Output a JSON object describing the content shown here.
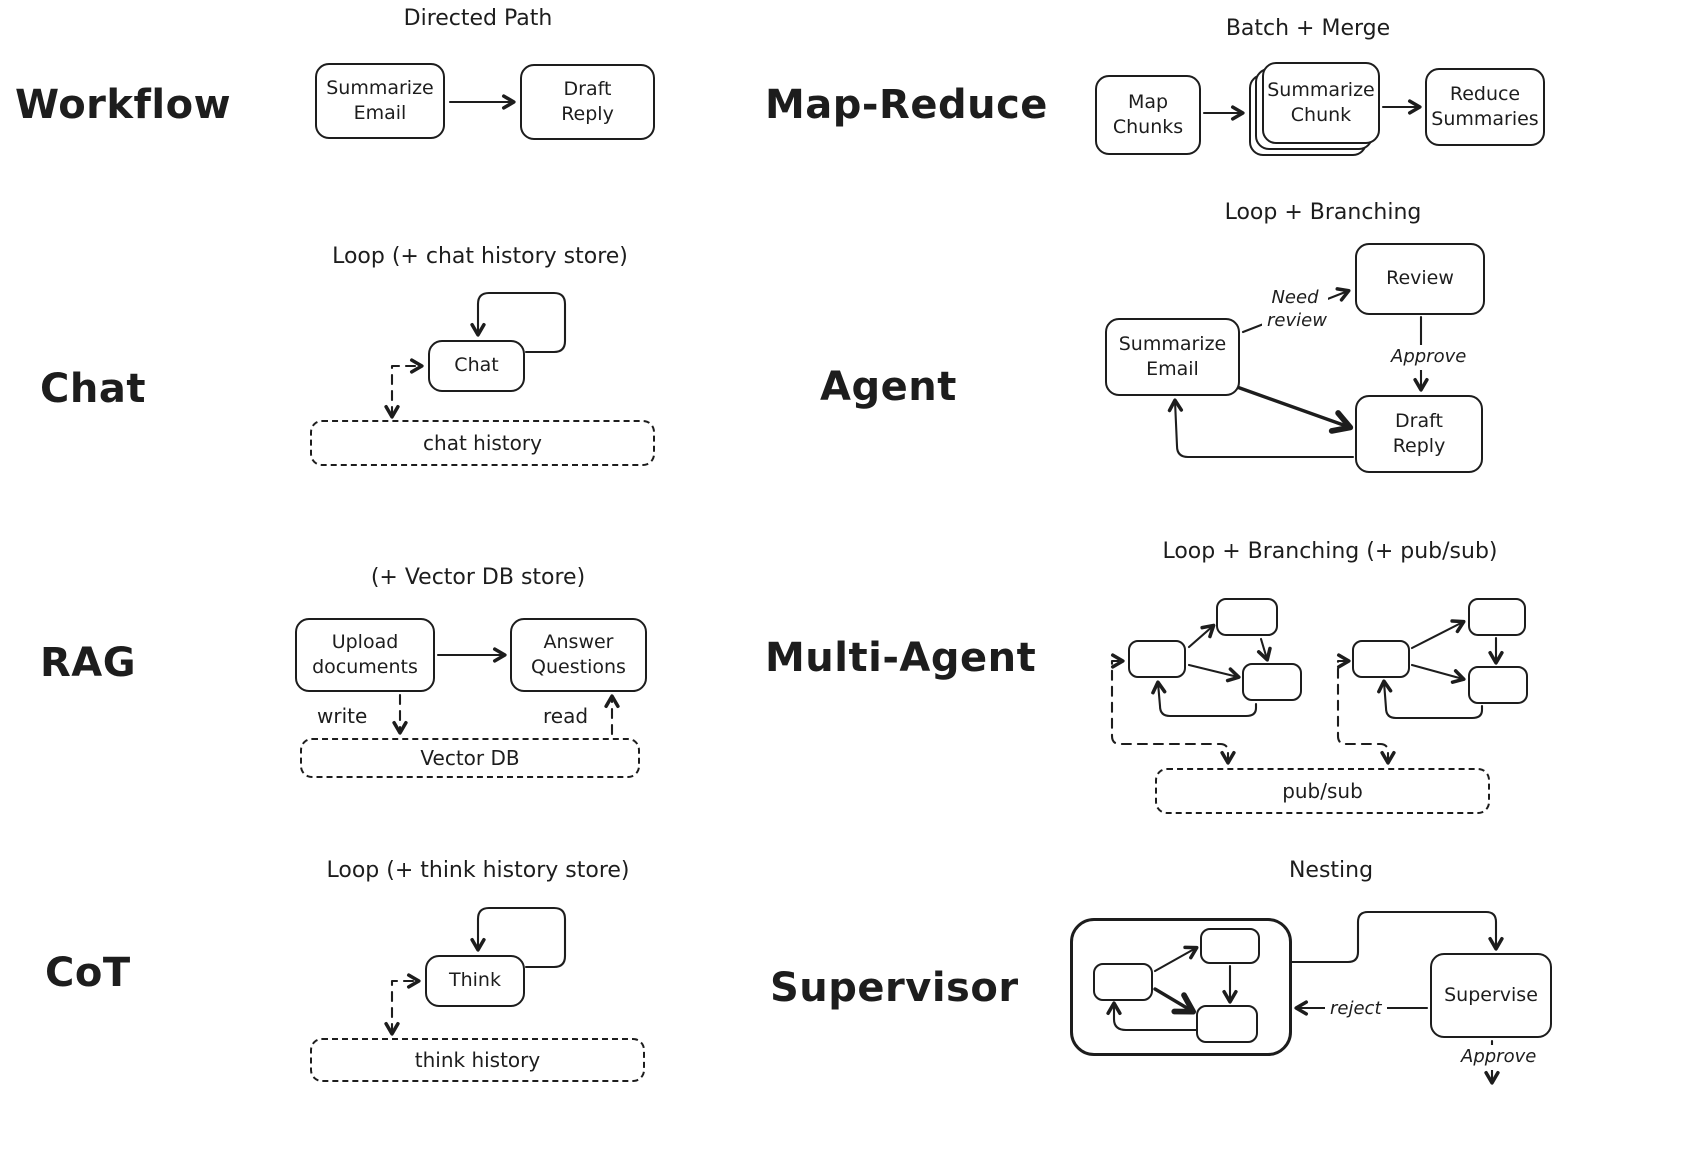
{
  "patterns": {
    "workflow": {
      "label": "Workflow",
      "subtitle": "Directed Path",
      "nodes": {
        "summarize": "Summarize\nEmail",
        "draft": "Draft\nReply"
      }
    },
    "chat": {
      "label": "Chat",
      "subtitle": "Loop (+ chat history store)",
      "nodes": {
        "chat": "Chat",
        "history": "chat history"
      }
    },
    "rag": {
      "label": "RAG",
      "subtitle": "(+ Vector DB store)",
      "nodes": {
        "upload": "Upload\ndocuments",
        "answer": "Answer\nQuestions",
        "vectordb": "Vector DB"
      },
      "edges": {
        "write": "write",
        "read": "read"
      }
    },
    "cot": {
      "label": "CoT",
      "subtitle": "Loop (+ think history store)",
      "nodes": {
        "think": "Think",
        "history": "think history"
      }
    },
    "mapreduce": {
      "label": "Map-Reduce",
      "subtitle": "Batch + Merge",
      "nodes": {
        "map": "Map\nChunks",
        "summarize": "Summarize\nChunk",
        "reduce": "Reduce\nSummaries"
      }
    },
    "agent": {
      "label": "Agent",
      "subtitle": "Loop + Branching",
      "nodes": {
        "summarize": "Summarize\nEmail",
        "review": "Review",
        "draft": "Draft\nReply"
      },
      "edges": {
        "need_review": "Need\nreview",
        "approve": "Approve"
      }
    },
    "multiagent": {
      "label": "Multi-Agent",
      "subtitle": "Loop + Branching (+ pub/sub)",
      "nodes": {
        "pubsub": "pub/sub"
      }
    },
    "supervisor": {
      "label": "Supervisor",
      "subtitle": "Nesting",
      "nodes": {
        "supervise": "Supervise"
      },
      "edges": {
        "reject": "reject",
        "approve": "Approve"
      }
    }
  },
  "colors": {
    "ink": "#1d1d1d",
    "background": "#ffffff"
  }
}
